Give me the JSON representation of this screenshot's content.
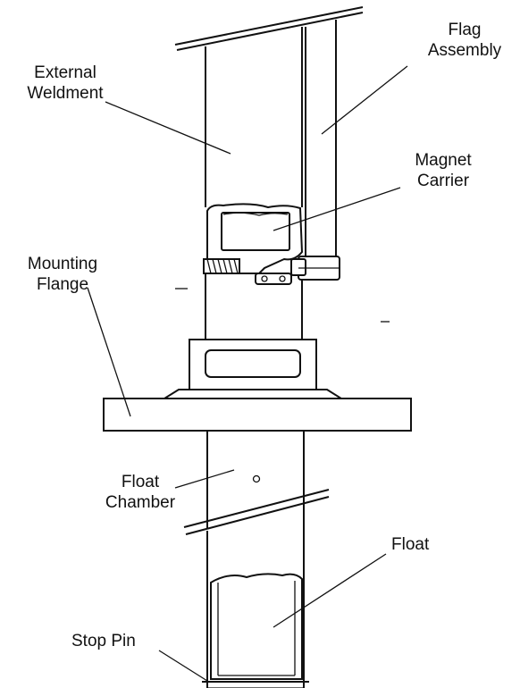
{
  "labels": {
    "external_weldment_1": "External",
    "external_weldment_2": "Weldment",
    "flag_assembly_1": "Flag",
    "flag_assembly_2": "Assembly",
    "magnet_carrier_1": "Magnet",
    "magnet_carrier_2": "Carrier",
    "mounting_flange_1": "Mounting",
    "mounting_flange_2": "Flange",
    "float_chamber_1": "Float",
    "float_chamber_2": "Chamber",
    "float": "Float",
    "stop_pin": "Stop Pin"
  },
  "colors": {
    "line": "#111111",
    "background": "#ffffff"
  }
}
